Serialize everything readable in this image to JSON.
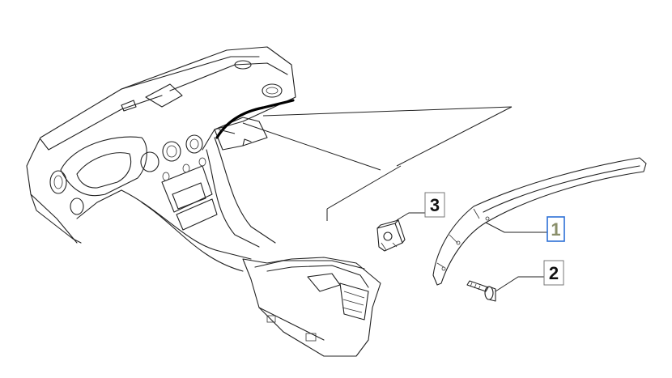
{
  "callouts": [
    {
      "id": "part-1",
      "label": "1",
      "highlighted": true
    },
    {
      "id": "part-2",
      "label": "2",
      "highlighted": false
    },
    {
      "id": "part-3",
      "label": "3",
      "highlighted": false
    }
  ],
  "colors": {
    "line": "#222222",
    "highlight_border": "#2c6fd6",
    "highlight_text": "#8a8f6a"
  }
}
